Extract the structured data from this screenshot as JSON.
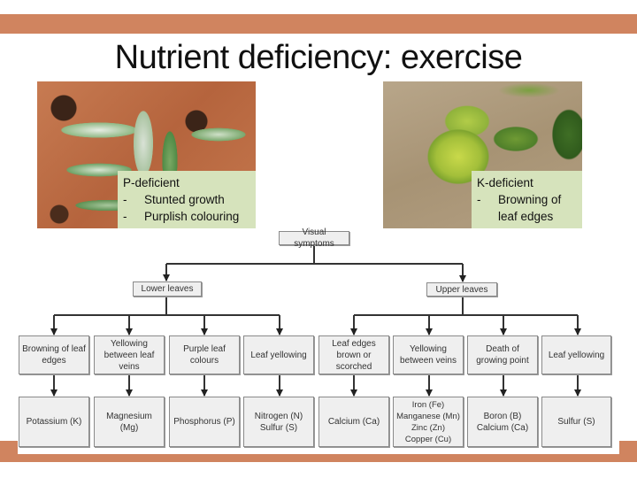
{
  "slide": {
    "title": "Nutrient deficiency: exercise",
    "accent_color": "#d0845f",
    "label_bg_color": "#d6e3bc"
  },
  "photos": [
    {
      "subject": "maize seedling with phosphorus deficiency",
      "label_title": "P-deficient",
      "bullets": [
        "Stunted growth",
        "Purplish colouring"
      ]
    },
    {
      "subject": "leaf with potassium deficiency",
      "label_title": "K-deficient",
      "bullets": [
        "Browning of",
        "leaf edges"
      ]
    }
  ],
  "diagram": {
    "root": "Visual symptoms",
    "branches": [
      {
        "label": "Lower leaves",
        "symptoms": [
          {
            "symptom": "Browning of leaf edges",
            "nutrient": [
              "Potassium (K)"
            ]
          },
          {
            "symptom": "Yellowing between leaf veins",
            "nutrient": [
              "Magnesium (Mg)"
            ]
          },
          {
            "symptom": "Purple leaf colours",
            "nutrient": [
              "Phosphorus (P)"
            ]
          },
          {
            "symptom": "Leaf yellowing",
            "nutrient": [
              "Nitrogen (N)",
              "Sulfur (S)"
            ]
          }
        ]
      },
      {
        "label": "Upper leaves",
        "symptoms": [
          {
            "symptom": "Leaf edges brown or scorched",
            "nutrient": [
              "Calcium (Ca)"
            ]
          },
          {
            "symptom": "Yellowing between veins",
            "nutrient": [
              "Iron (Fe)",
              "Manganese (Mn)",
              "Zinc (Zn)",
              "Copper (Cu)"
            ]
          },
          {
            "symptom": "Death of growing point",
            "nutrient": [
              "Boron (B)",
              "Calcium (Ca)"
            ]
          },
          {
            "symptom": "Leaf yellowing",
            "nutrient": [
              "Sulfur (S)"
            ]
          }
        ]
      }
    ]
  }
}
